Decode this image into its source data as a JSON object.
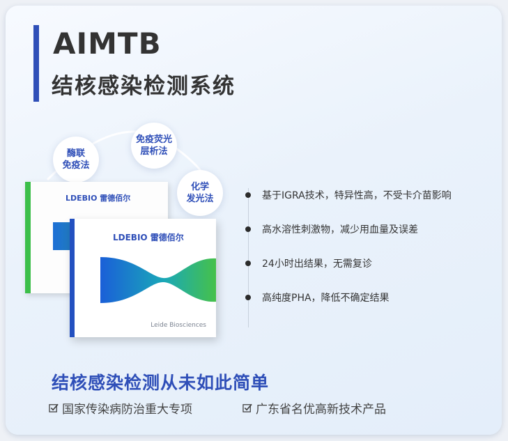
{
  "header": {
    "title_en": "AIMTB",
    "title_cn": "结核感染检测系统"
  },
  "methods": [
    {
      "line1": "酶联",
      "line2": "免疫法"
    },
    {
      "line1": "免疫荧光",
      "line2": "层析法"
    },
    {
      "line1": "化学",
      "line2": "发光法"
    }
  ],
  "product": {
    "logo": "LDEBIO 雷德佰尔",
    "brand": "Leide Biosciences"
  },
  "features": [
    "基于IGRA技术，特异性高，不受卡介苗影响",
    "高水溶性刺激物，减少用血量及误差",
    "24小时出结果，无需复诊",
    "高纯度PHA，降低不确定结果"
  ],
  "slogan": "结核感染检测从未如此简单",
  "badges": [
    "国家传染病防治重大专项",
    "广东省名优高新技术产品"
  ],
  "colors": {
    "accent": "#2f4fb8",
    "green": "#3cbf4a",
    "text": "#333333"
  }
}
